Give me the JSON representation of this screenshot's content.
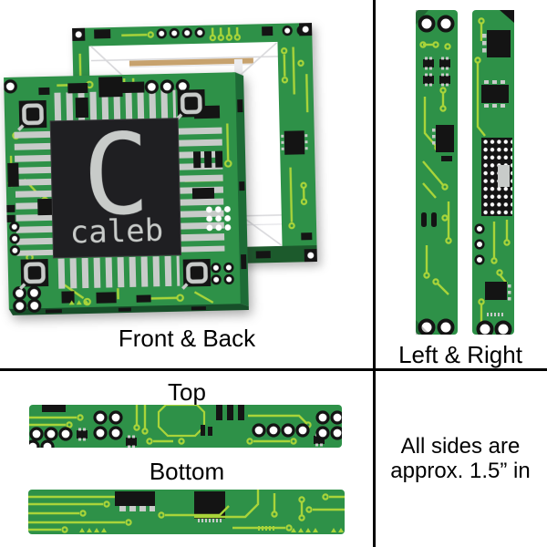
{
  "views": {
    "front_back": {
      "label": "Front & Back"
    },
    "left_right": {
      "label": "Left & Right"
    },
    "top": {
      "label": "Top"
    },
    "bottom": {
      "label": "Bottom"
    }
  },
  "note": {
    "line1": "All sides are",
    "line2": "approx. 1.5” in"
  },
  "design": {
    "monogram": "C",
    "name": "caleb",
    "theme": "circuit-board"
  },
  "colors": {
    "pcb_green": "#2E9148",
    "pcb_green_dark": "#1D6B36",
    "pcb_green_edge": "#174F29",
    "trace_lime": "#A9D43A",
    "chip_black": "#1F1F22",
    "component_black": "#141414",
    "silver": "#C8CBC9",
    "pad_white": "#FFFFFF",
    "wood_tan": "#C7A26E",
    "canvas_white": "#FFFFFF",
    "divider_black": "#000000",
    "label_black": "#000000"
  }
}
